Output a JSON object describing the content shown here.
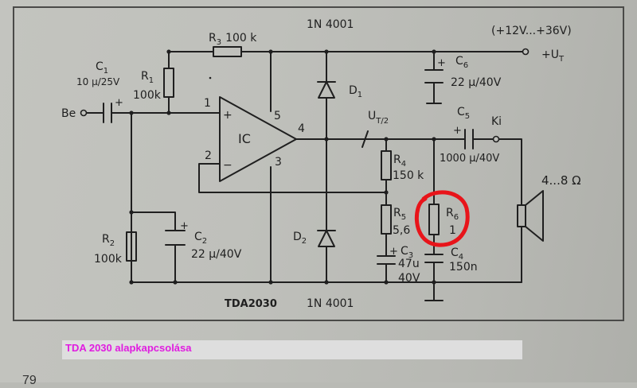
{
  "supply_range": "(+12V...+36V)",
  "supply_label": "+U",
  "supply_sub": "T",
  "mid_label": "U",
  "mid_sub": "T/2",
  "input_label": "Be",
  "output_label": "Ki",
  "ic_label": "IC",
  "ic_part": "TDA2030",
  "diode_top_part": "1N 4001",
  "diode_bottom_part": "1N 4001",
  "pins": {
    "p1": "1",
    "p2": "2",
    "p3": "3",
    "p4": "4",
    "p5": "5",
    "plus": "+",
    "minus": "−"
  },
  "components": {
    "c1_name": "C",
    "c1_sub": "1",
    "c1_value": "10 μ/25V",
    "r1_name": "R",
    "r1_sub": "1",
    "r1_value": "100k",
    "r2_name": "R",
    "r2_sub": "2",
    "r2_value": "100k",
    "c2_name": "C",
    "c2_sub": "2",
    "c2_value": "22 μ/40V",
    "r3_name": "R",
    "r3_sub": "3",
    "r3_value": "100 k",
    "d1_name": "D",
    "d1_sub": "1",
    "d2_name": "D",
    "d2_sub": "2",
    "c6_name": "C",
    "c6_sub": "6",
    "c6_value": "22 μ/40V",
    "c5_name": "C",
    "c5_sub": "5",
    "c5_value": "1000 μ/40V",
    "r4_name": "R",
    "r4_sub": "4",
    "r4_value": "150 k",
    "r5_name": "R",
    "r5_sub": "5",
    "r5_value": "5,6",
    "c3_name": "C",
    "c3_sub": "3",
    "c3_value_a": "47u",
    "c3_value_b": "40V",
    "r6_name": "R",
    "r6_sub": "6",
    "r6_value": "1",
    "c4_name": "C",
    "c4_sub": "4",
    "c4_value": "150n",
    "speaker_value": "4...8 Ω"
  },
  "caption": "TDA 2030 alapkapcsolása",
  "page_number": "79",
  "colors": {
    "ink": "#1f1f1f",
    "highlight": "#e8141a",
    "caption": "#e01ce0",
    "paper": "#c0c1bc"
  }
}
